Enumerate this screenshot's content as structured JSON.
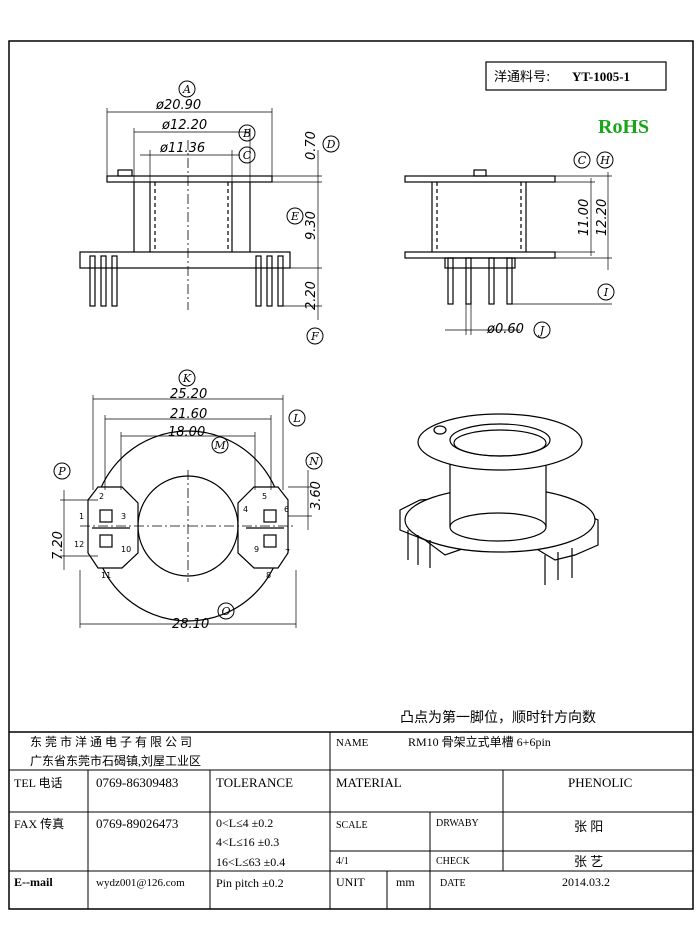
{
  "part_box": {
    "label": "洋通料号:",
    "part_no": "YT-1005-1"
  },
  "rohs": "RoHS",
  "rohs_color": "#1aa51a",
  "dims": {
    "A": "ø20.90",
    "B": "ø12.20",
    "C": "ø11.36",
    "D": "0.70",
    "E": "9.30",
    "F": "2.20",
    "H": "12.20",
    "C2": "11.00",
    "J": "ø0.60",
    "K": "25.20",
    "L": "21.60",
    "M": "18.00",
    "N": "3.60",
    "O": "28.10",
    "P": "7.20"
  },
  "callouts": [
    "A",
    "B",
    "C",
    "D",
    "E",
    "F",
    "C",
    "H",
    "I",
    "J",
    "K",
    "L",
    "M",
    "N",
    "O",
    "P"
  ],
  "pins": [
    "1",
    "2",
    "3",
    "4",
    "5",
    "6",
    "7",
    "8",
    "9",
    "10",
    "11",
    "12"
  ],
  "note": "凸点为第一脚位，顺时针方向数",
  "table": {
    "company": "东 莞 市 洋 通 电 子 有 限 公 司",
    "address": "广东省东莞市石碣镇,刘屋工业区",
    "name_label": "NAME",
    "name_value": "RM10 骨架立式单槽 6+6pin",
    "tel_label": "TEL 电话",
    "tel_value": "0769-86309483",
    "tolerance_label": "TOLERANCE",
    "material_label": "MATERIAL",
    "material_value": "PHENOLIC",
    "fax_label": "FAX 传真",
    "fax_value": "0769-89026473",
    "tol1": "0<L≤4  ±0.2",
    "tol2": "4<L≤16 ±0.3",
    "tol3": "16<L≤63 ±0.4",
    "tol4": "Pin pitch ±0.2",
    "scale_label": "SCALE",
    "scale_value": "4/1",
    "drawby_label": "DRWABY",
    "drawby_value": "张 阳",
    "check_label": "CHECK",
    "check_value": "张 艺",
    "email_label": "E--mail",
    "email_value": "wydz001@126.com",
    "unit_label": "UNIT",
    "unit_value": "mm",
    "date_label": "DATE",
    "date_value": "2014.03.2"
  }
}
